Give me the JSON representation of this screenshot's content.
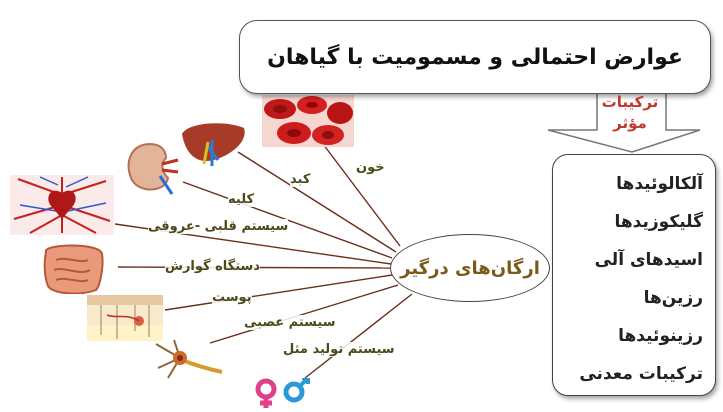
{
  "title": "عوارض احتمالی و مسمومیت با گیاهان",
  "arrow_label": "ترکیبات مؤثر",
  "compounds": [
    "آلکالوئیدها",
    "گلیکوزیدها",
    "اسیدهای آلی",
    "رزین‌ها",
    "رزینوئیدها",
    "ترکیبات معدنی"
  ],
  "hub_label": "ارگان‌های درگیر",
  "organs": [
    "خون",
    "کبد",
    "کلیه",
    "سیستم قلبی -عروقی",
    "دستگاه گوارش",
    "پوست",
    "سیستم عصبی",
    "سیستم تولید مثل"
  ],
  "icons": [
    "blood-cells-icon",
    "liver-icon",
    "kidney-icon",
    "heart-icon",
    "intestine-icon",
    "skin-icon",
    "neuron-icon",
    "gender-icon"
  ],
  "colors": {
    "arrow_label": "#c0392b",
    "hub_text": "#7a5a1a",
    "lines": "#6b2f1a",
    "female": "#e0408a",
    "male": "#2a9ad6"
  }
}
